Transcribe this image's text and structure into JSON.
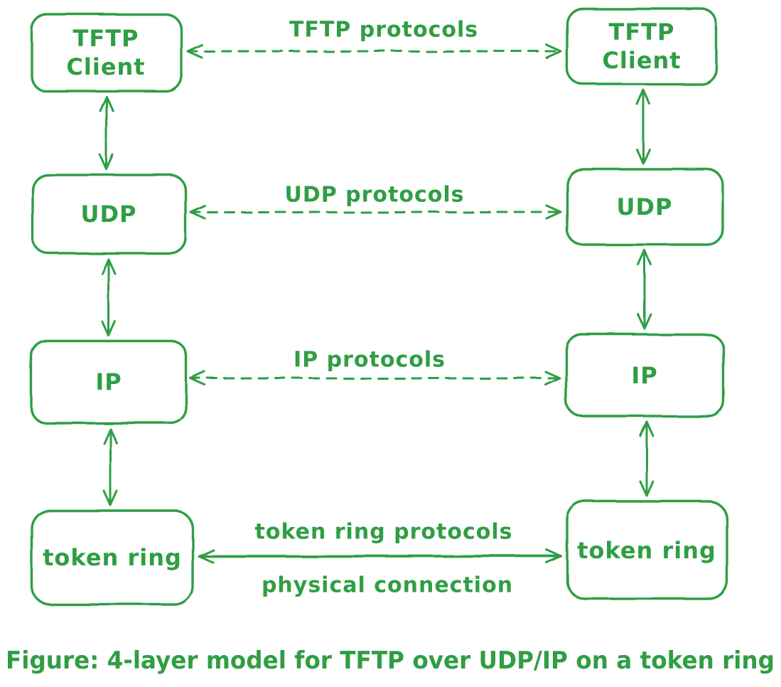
{
  "colors": {
    "ink": "#2f9e44",
    "bg": "#ffffff"
  },
  "figure": {
    "caption": "Figure: 4-layer model for TFTP over UDP/IP on a token ring"
  },
  "nodes": {
    "left": [
      {
        "lines": [
          "TFTP",
          "Client"
        ]
      },
      {
        "lines": [
          "UDP"
        ]
      },
      {
        "lines": [
          "IP"
        ]
      },
      {
        "lines": [
          "token ring"
        ]
      }
    ],
    "right": [
      {
        "lines": [
          "TFTP",
          "Client"
        ]
      },
      {
        "lines": [
          "UDP"
        ]
      },
      {
        "lines": [
          "IP"
        ]
      },
      {
        "lines": [
          "token ring"
        ]
      }
    ]
  },
  "connections": [
    {
      "label": "TFTP protocols",
      "style": "dashed"
    },
    {
      "label": "UDP protocols",
      "style": "dashed"
    },
    {
      "label": "IP protocols",
      "style": "dashed"
    },
    {
      "label": "token ring protocols",
      "sublabel": "physical connection",
      "style": "solid"
    }
  ]
}
